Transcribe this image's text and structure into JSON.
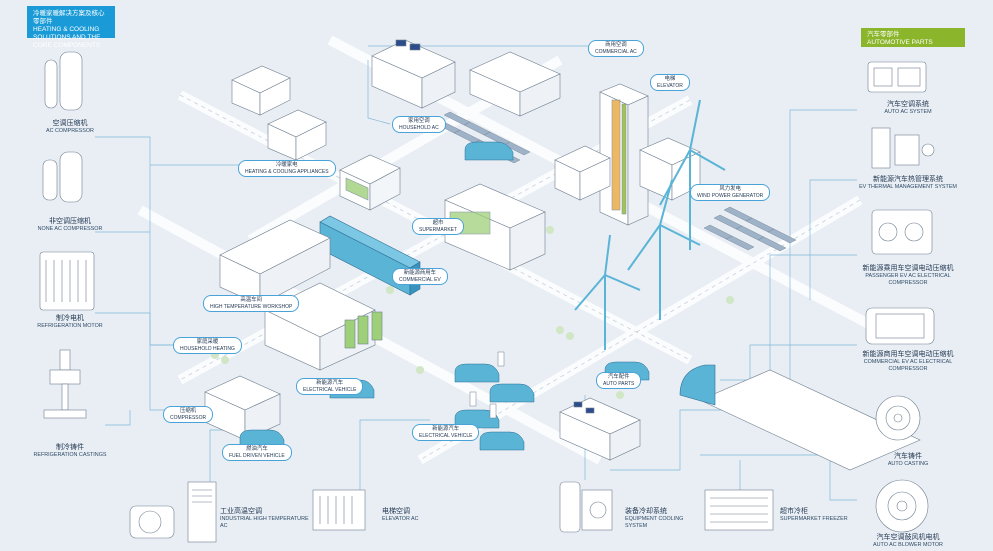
{
  "header_left": {
    "zh": "冷暖家暖解决方案及核心零部件",
    "en": "HEATING & COOLING SOLUTIONS AND THE CORE COMPONENTS"
  },
  "header_right": {
    "zh": "汽车零部件",
    "en": "AUTOMOTIVE PARTS"
  },
  "left_items": [
    {
      "zh": "空调压缩机",
      "en": "AC COMPRESSOR"
    },
    {
      "zh": "非空调压缩机",
      "en": "NONE AC COMPRESSOR"
    },
    {
      "zh": "制冷电机",
      "en": "REFRIGERATION MOTOR"
    },
    {
      "zh": "制冷铸件",
      "en": "REFRIGERATION CASTINGS"
    }
  ],
  "right_items": [
    {
      "zh": "汽车空调系统",
      "en": "AUTO AC SYSTEM"
    },
    {
      "zh": "新能源汽车热管理系统",
      "en": "EV THERMAL MANAGEMENT SYSTEM"
    },
    {
      "zh": "新能源乘用车空调电动压缩机",
      "en": "PASSENGER EV AC ELECTRICAL COMPRESSOR"
    },
    {
      "zh": "新能源商用车空调电动压缩机",
      "en": "COMMERCIAL EV AC ELECTRICAL COMPRESSOR"
    },
    {
      "zh": "汽车铸件",
      "en": "AUTO CASTING"
    },
    {
      "zh": "汽车空调鼓风机电机",
      "en": "AUTO AC BLOWER MOTOR"
    }
  ],
  "bottom_items": [
    {
      "zh": "工业高温空调",
      "en": "INDUSTRIAL HIGH TEMPERATURE AC"
    },
    {
      "zh": "电梯空调",
      "en": "ELEVATOR AC"
    },
    {
      "zh": "装备冷却系统",
      "en": "EQUIPMENT COOLING SYSTEM"
    },
    {
      "zh": "超市冷柜",
      "en": "SUPERMARKET FREEZER"
    }
  ],
  "scene_labels": {
    "commercial_ac": {
      "zh": "商用空调",
      "en": "COMMERCIAL AC"
    },
    "elevator": {
      "zh": "电梯",
      "en": "ELEVATOR"
    },
    "household_ac": {
      "zh": "家用空调",
      "en": "HOUSEHOLD AC"
    },
    "heating_cooling": {
      "zh": "冷暖家电",
      "en": "HEATING & COOLING APPLIANCES"
    },
    "wind_power": {
      "zh": "风力发电",
      "en": "WIND POWER GENERATOR"
    },
    "supermarket": {
      "zh": "超市",
      "en": "SUPERMARKET"
    },
    "commercial_ev": {
      "zh": "新能源商用车",
      "en": "COMMERCIAL EV"
    },
    "high_temp_workshop": {
      "zh": "高温车间",
      "en": "HIGH TEMPERATURE WORKSHOP"
    },
    "household_heating": {
      "zh": "家庭采暖",
      "en": "HOUSEHOLD HEATING"
    },
    "electrical_vehicle_1": {
      "zh": "新能源汽车",
      "en": "ELECTRICAL VEHICLE"
    },
    "auto_parts": {
      "zh": "汽车配件",
      "en": "AUTO PARTS"
    },
    "compressor": {
      "zh": "压缩机",
      "en": "COMPRESSOR"
    },
    "electrical_vehicle_2": {
      "zh": "新能源汽车",
      "en": "ELECTRICAL VEHICLE"
    },
    "fuel_driven": {
      "zh": "燃油汽车",
      "en": "FUEL DRIVEN VEHICLE"
    }
  },
  "colors": {
    "background": "#e9eef4",
    "accent_blue": "#1a9bd7",
    "accent_green": "#8bb52b",
    "glass": "#5ab4d6",
    "line": "#7fb8da",
    "building": "#ffffff",
    "stroke": "#6f7f90"
  }
}
